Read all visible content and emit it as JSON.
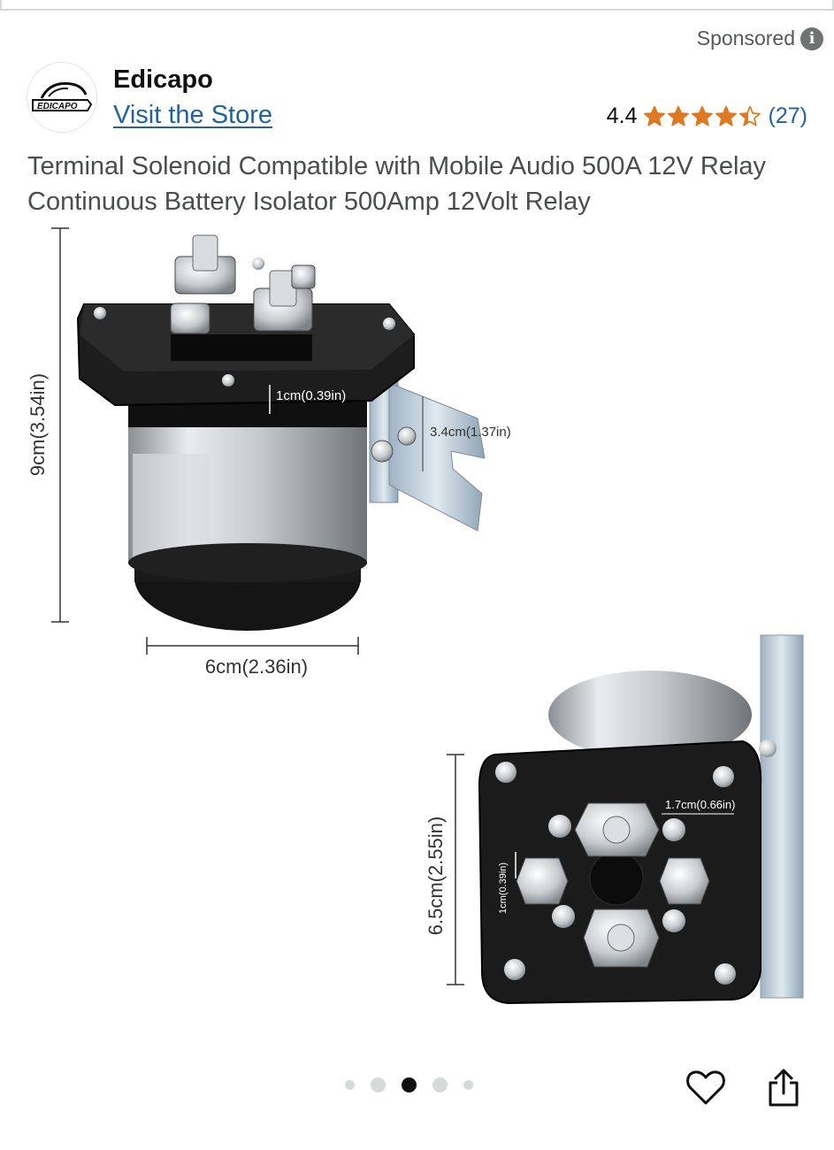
{
  "header": {
    "sponsored_label": "Sponsored",
    "info_icon": "info-icon"
  },
  "brand": {
    "logo_text": "EDICAPO",
    "name": "Edicapo",
    "visit_store_label": "Visit the Store"
  },
  "rating": {
    "value": "4.4",
    "stars": 4.4,
    "review_count": "(27)",
    "star_color": "#de7921"
  },
  "product": {
    "title": "Terminal Solenoid Compatible with Mobile Audio 500A 12V Relay Continuous Battery Isolator 500Amp 12Volt Relay"
  },
  "image_labels": {
    "height": "9cm(3.54in)",
    "width": "6cm(2.36in)",
    "terminal_gap": "1cm(0.39in)",
    "bracket": "3.4cm(1.37in)",
    "face_height": "6.5cm(2.55in)",
    "stud_gap": "1.7cm(0.66in)",
    "small_gap": "1cm(0.39in)"
  },
  "carousel": {
    "total": 5,
    "active_index": 2
  },
  "actions": {
    "wishlist_icon": "heart-icon",
    "share_icon": "share-icon"
  },
  "colors": {
    "link": "#2162a1",
    "text": "#0f1111",
    "title": "#494d4d"
  }
}
